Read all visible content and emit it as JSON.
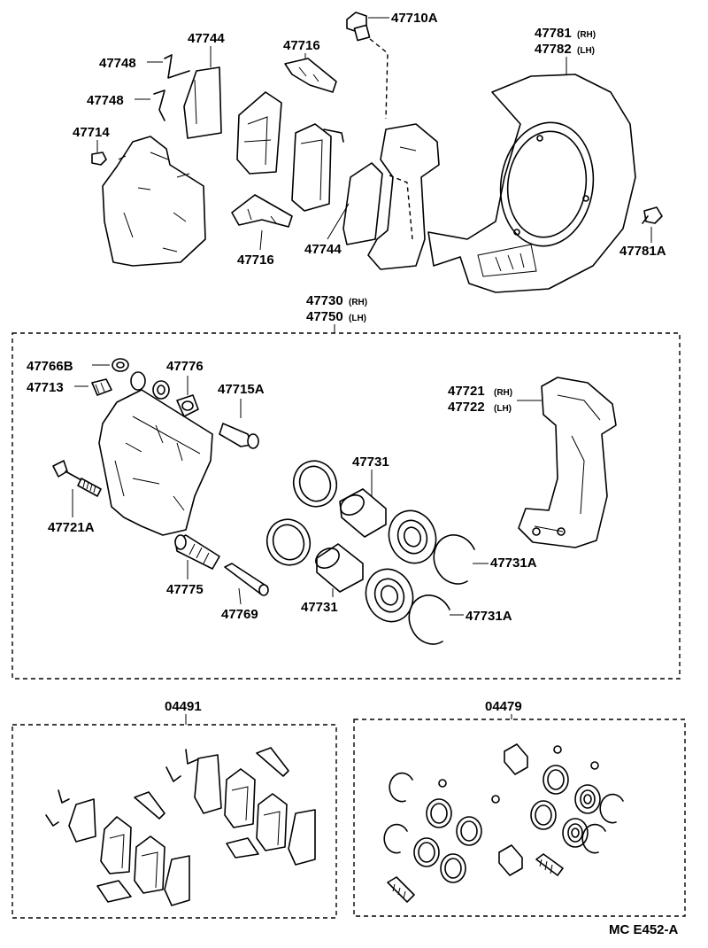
{
  "labels": {
    "p47710a": "47710A",
    "p47744_top": "47744",
    "p47716_top": "47716",
    "p47781": "47781",
    "p47781_rh": "(RH)",
    "p47782": "47782",
    "p47782_lh": "(LH)",
    "p47748_a": "47748",
    "p47748_b": "47748",
    "p47714": "47714",
    "p47716_bottom": "47716",
    "p47744_bottom": "47744",
    "p47781a": "47781A",
    "p47730": "47730",
    "p47730_rh": "(RH)",
    "p47750": "47750",
    "p47750_lh": "(LH)",
    "p47766b": "47766B",
    "p47776": "47776",
    "p47713": "47713",
    "p47715a": "47715A",
    "p47721": "47721",
    "p47721_rh": "(RH)",
    "p47722": "47722",
    "p47722_lh": "(LH)",
    "p47731_top": "47731",
    "p47721a": "47721A",
    "p47731a_a": "47731A",
    "p47775": "47775",
    "p47731_bottom": "47731",
    "p47731a_b": "47731A",
    "p47769": "47769",
    "kit_04491": "04491",
    "kit_04479": "04479",
    "footer_code": "MC E452-A"
  }
}
